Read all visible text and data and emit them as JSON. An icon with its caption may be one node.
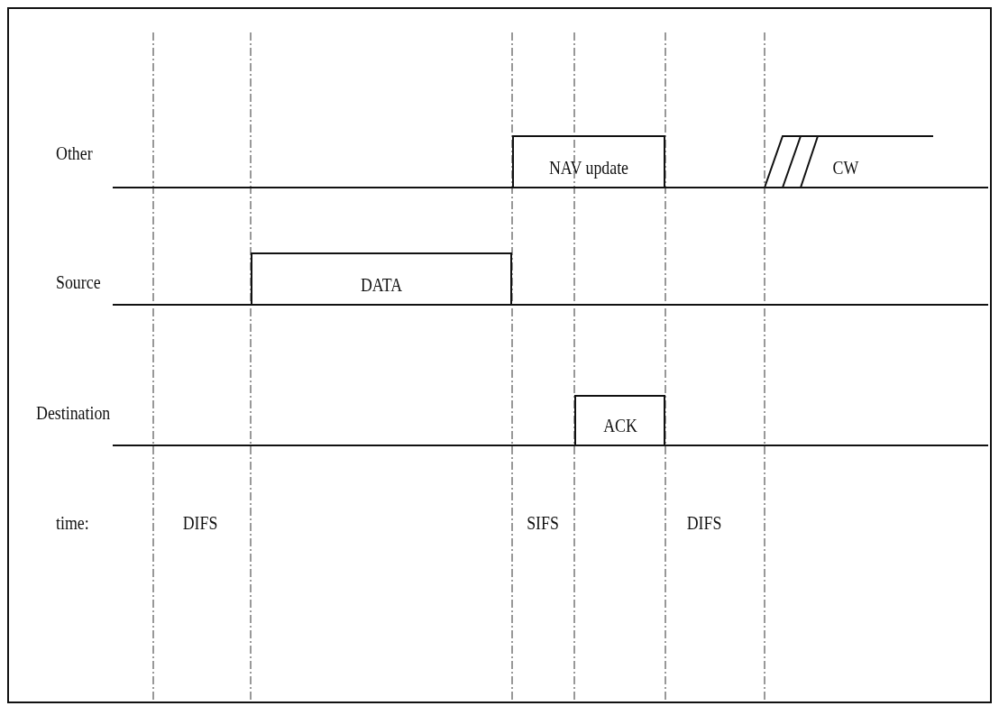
{
  "diagram": {
    "nodes": [
      {
        "text": [
          "NAV update"
        ]
      },
      {
        "text": [
          "CW"
        ]
      },
      {
        "text": [
          "DATA"
        ]
      },
      {
        "text": [
          "ACK"
        ]
      }
    ],
    "labels": [
      "Other",
      "Source",
      "Destination",
      "time:",
      "DIFS",
      "SIFS",
      "DIFS"
    ]
  }
}
